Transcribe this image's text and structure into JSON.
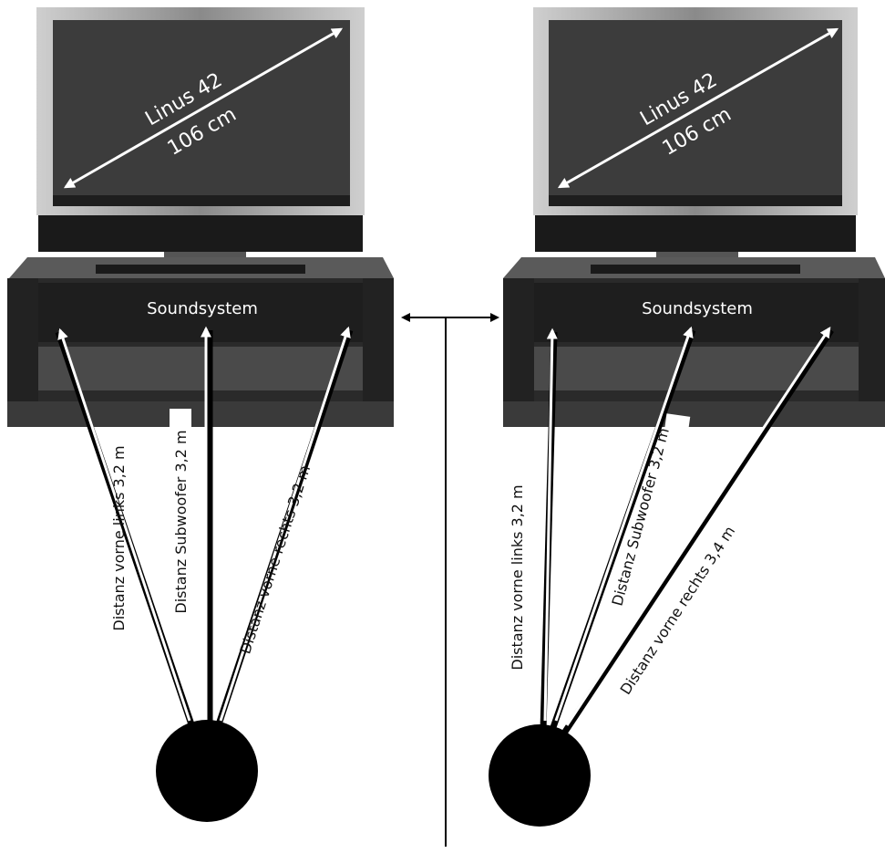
{
  "colors": {
    "background": "#ffffff",
    "tv_frame": "#9a9a9a",
    "tv_screen": "#3c3c3c",
    "furniture": "#2a2a2a",
    "arrow_dark": "#000000",
    "arrow_light": "#ffffff",
    "listener": "#000000"
  },
  "left": {
    "tv_label_line1": "Linus 42",
    "tv_label_line2": "106 cm",
    "soundsystem_label": "Soundsystem",
    "distance_front_left": "Distanz vorne  links 3,2 m",
    "distance_subwoofer": "Distanz Subwoofer 3,2 m",
    "distance_front_right": "Distanz vorne rechts 3,2 m"
  },
  "right": {
    "tv_label_line1": "Linus 42",
    "tv_label_line2": "106 cm",
    "soundsystem_label": "Soundsystem",
    "distance_front_left": "Distanz vorne  links 3,2 m",
    "distance_subwoofer": "Distanz Subwoofer 3,2 m",
    "distance_front_right": "Distanz vorne rechts 3,4 m"
  }
}
